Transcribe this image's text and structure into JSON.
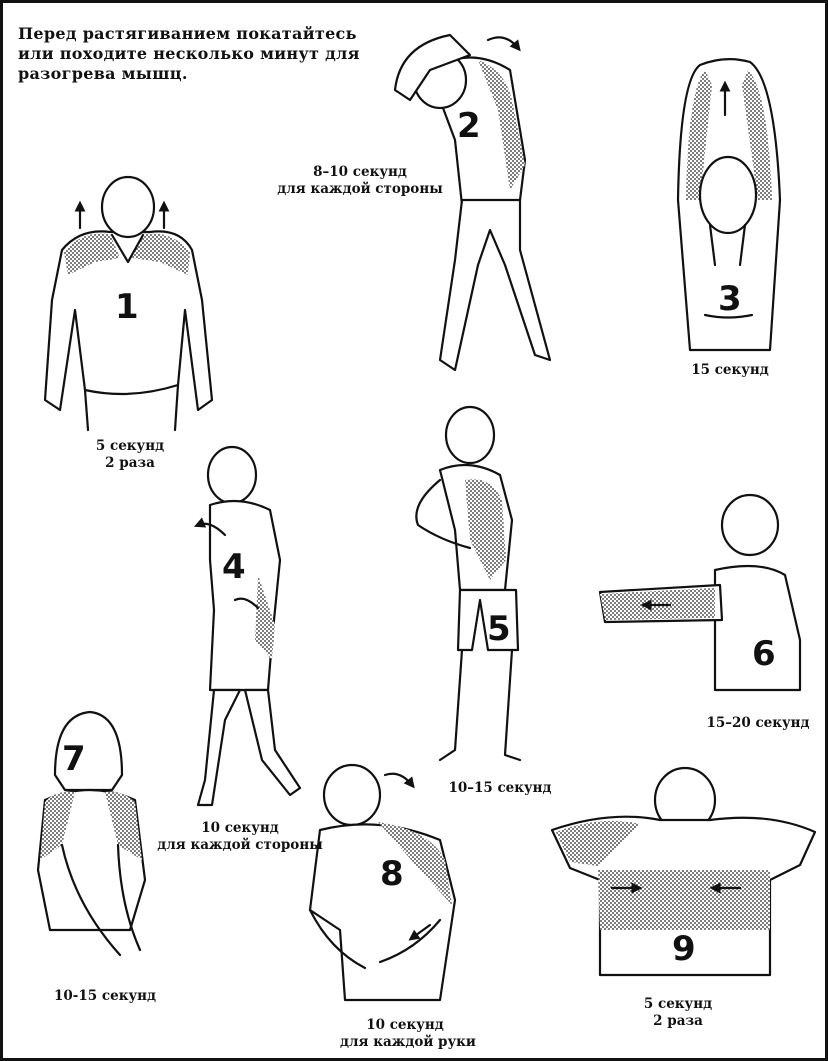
{
  "intro": {
    "line1": "Перед растягиванием покатайтесь",
    "line2": "или походите несколько минут для",
    "line3": "разогрева мышц."
  },
  "exercises": [
    {
      "number": "1",
      "caption1": "5 секунд",
      "caption2": "2 раза"
    },
    {
      "number": "2",
      "caption1": "8–10 секунд",
      "caption2": "для каждой стороны"
    },
    {
      "number": "3",
      "caption1": "15 секунд",
      "caption2": ""
    },
    {
      "number": "4",
      "caption1": "10 секунд",
      "caption2": "для каждой стороны"
    },
    {
      "number": "5",
      "caption1": "10–15 секунд",
      "caption2": ""
    },
    {
      "number": "6",
      "caption1": "15–20 секунд",
      "caption2": ""
    },
    {
      "number": "7",
      "caption1": "10-15 секунд",
      "caption2": ""
    },
    {
      "number": "8",
      "caption1": "10 секунд",
      "caption2": "для каждой руки"
    },
    {
      "number": "9",
      "caption1": "5 секунд",
      "caption2": "2 раза"
    }
  ]
}
